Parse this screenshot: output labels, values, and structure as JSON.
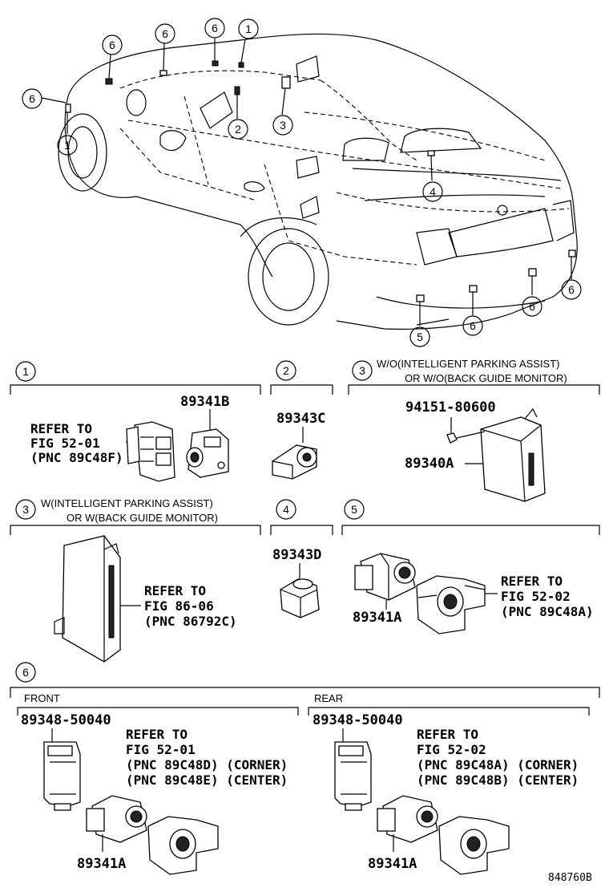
{
  "callouts": {
    "c1": "1",
    "c2": "2",
    "c3": "3",
    "c4": "4",
    "c5": "5",
    "c6": "6"
  },
  "sections": {
    "s1": {
      "num": "1",
      "part": "89341B",
      "ref1": "REFER TO",
      "ref2": "FIG 52-01",
      "ref3": "(PNC 89C48F)"
    },
    "s2": {
      "num": "2",
      "part": "89343C"
    },
    "s3a": {
      "num": "3",
      "cond1": "W/O(INTELLIGENT PARKING ASSIST)",
      "cond2": "OR W/O(BACK GUIDE MONITOR)",
      "bolt": "94151-80600",
      "part": "89340A"
    },
    "s3b": {
      "num": "3",
      "cond1": "W(INTELLIGENT PARKING ASSIST)",
      "cond2": "OR W(BACK GUIDE MONITOR)",
      "ref1": "REFER TO",
      "ref2": "FIG 86-06",
      "ref3": "(PNC 86792C)"
    },
    "s4": {
      "num": "4",
      "part": "89343D"
    },
    "s5": {
      "num": "5",
      "part": "89341A",
      "ref1": "REFER TO",
      "ref2": "FIG 52-02",
      "ref3": "(PNC 89C48A)"
    },
    "s6": {
      "num": "6",
      "front": {
        "label": "FRONT",
        "holder": "89348-50040",
        "ref1": "REFER TO",
        "ref2": "FIG 52-01",
        "ref3": "(PNC 89C48D) (CORNER)",
        "ref4": "(PNC 89C48E) (CENTER)",
        "part": "89341A"
      },
      "rear": {
        "label": "REAR",
        "holder": "89348-50040",
        "ref1": "REFER TO",
        "ref2": "FIG 52-02",
        "ref3": "(PNC 89C48A) (CORNER)",
        "ref4": "(PNC 89C48B) (CENTER)",
        "part": "89341A"
      }
    }
  },
  "figure_code": "848760B"
}
